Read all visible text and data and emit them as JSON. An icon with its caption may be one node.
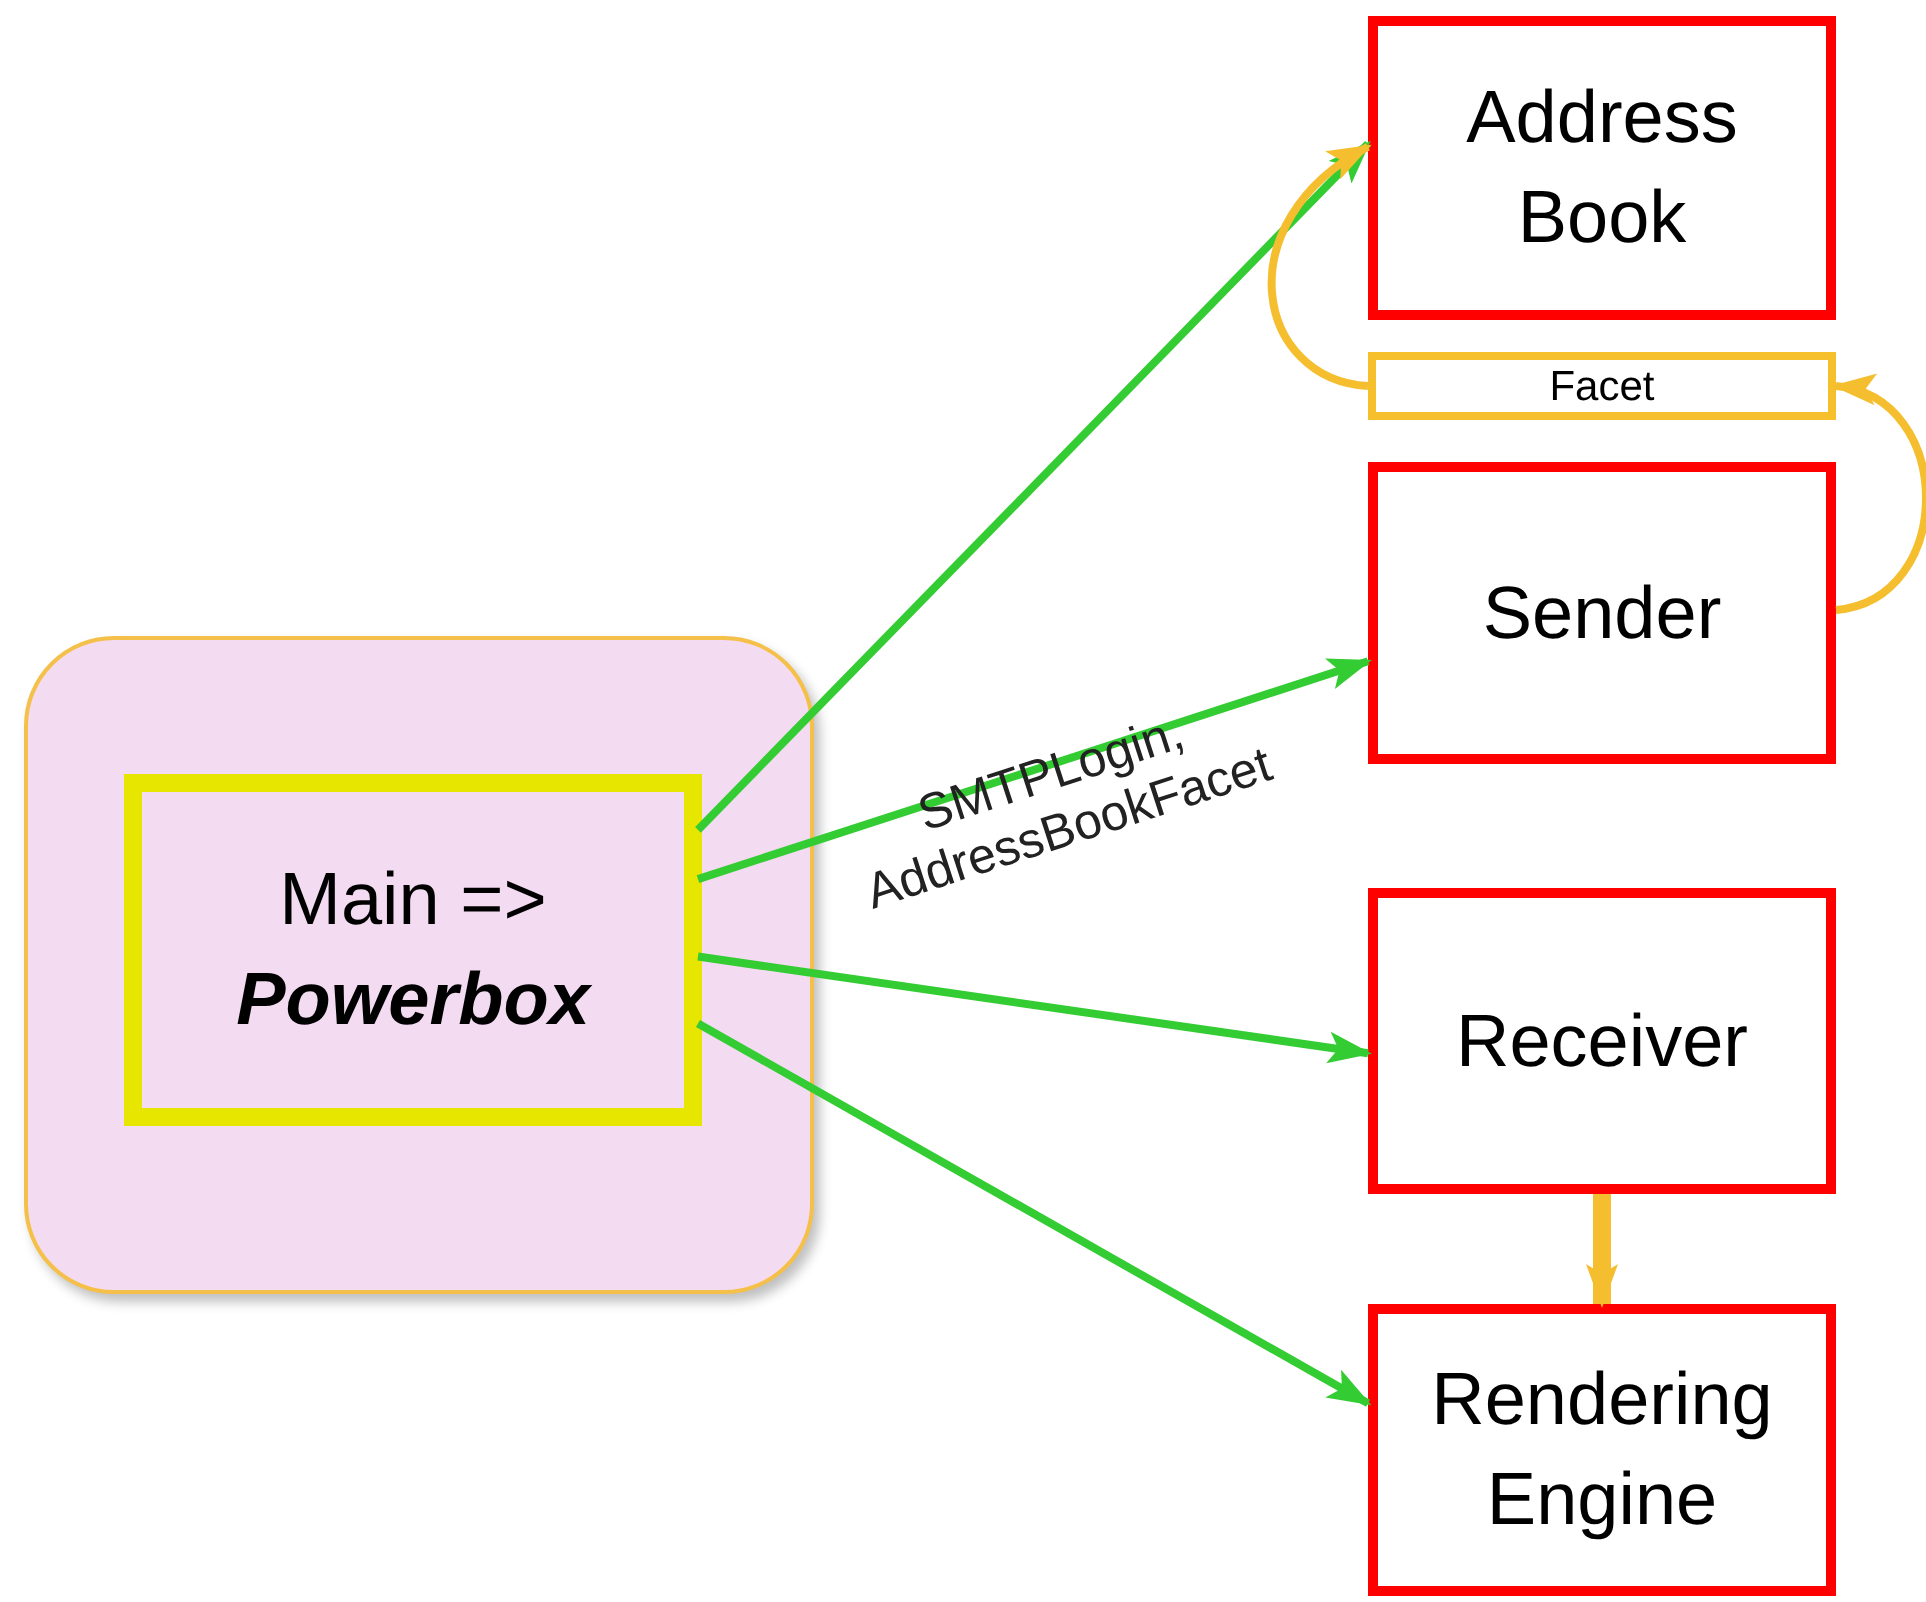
{
  "diagram": {
    "nodes": [
      {
        "text": [],
        "shape": "box"
      },
      {
        "text": [
          "Main => **Powerbox**"
        ],
        "in": 0
      },
      {
        "text": [
          "Address Book"
        ]
      },
      {
        "text": [
          "Facet"
        ]
      },
      {
        "text": [
          "Sender"
        ]
      },
      {
        "text": [
          "Receiver"
        ]
      },
      {
        "text": [
          "Rendering Engine"
        ]
      }
    ],
    "edges": [
      {
        "from": 1,
        "to": 2,
        "arrow": "to"
      },
      {
        "from": 1,
        "to": 4,
        "arrow": "to",
        "label": "SMTPLogin, AddressBookFacet"
      },
      {
        "from": 1,
        "to": 5,
        "arrow": "to"
      },
      {
        "from": 1,
        "to": 6,
        "arrow": "to"
      },
      {
        "from": 3,
        "to": 2,
        "arrow": "to",
        "color": "#f5be2e"
      },
      {
        "from": 4,
        "to": 3,
        "arrow": "to",
        "color": "#f5be2e"
      },
      {
        "from": 5,
        "to": 6,
        "arrow": "to",
        "color": "#f5be2e",
        "style": "thick"
      }
    ]
  }
}
